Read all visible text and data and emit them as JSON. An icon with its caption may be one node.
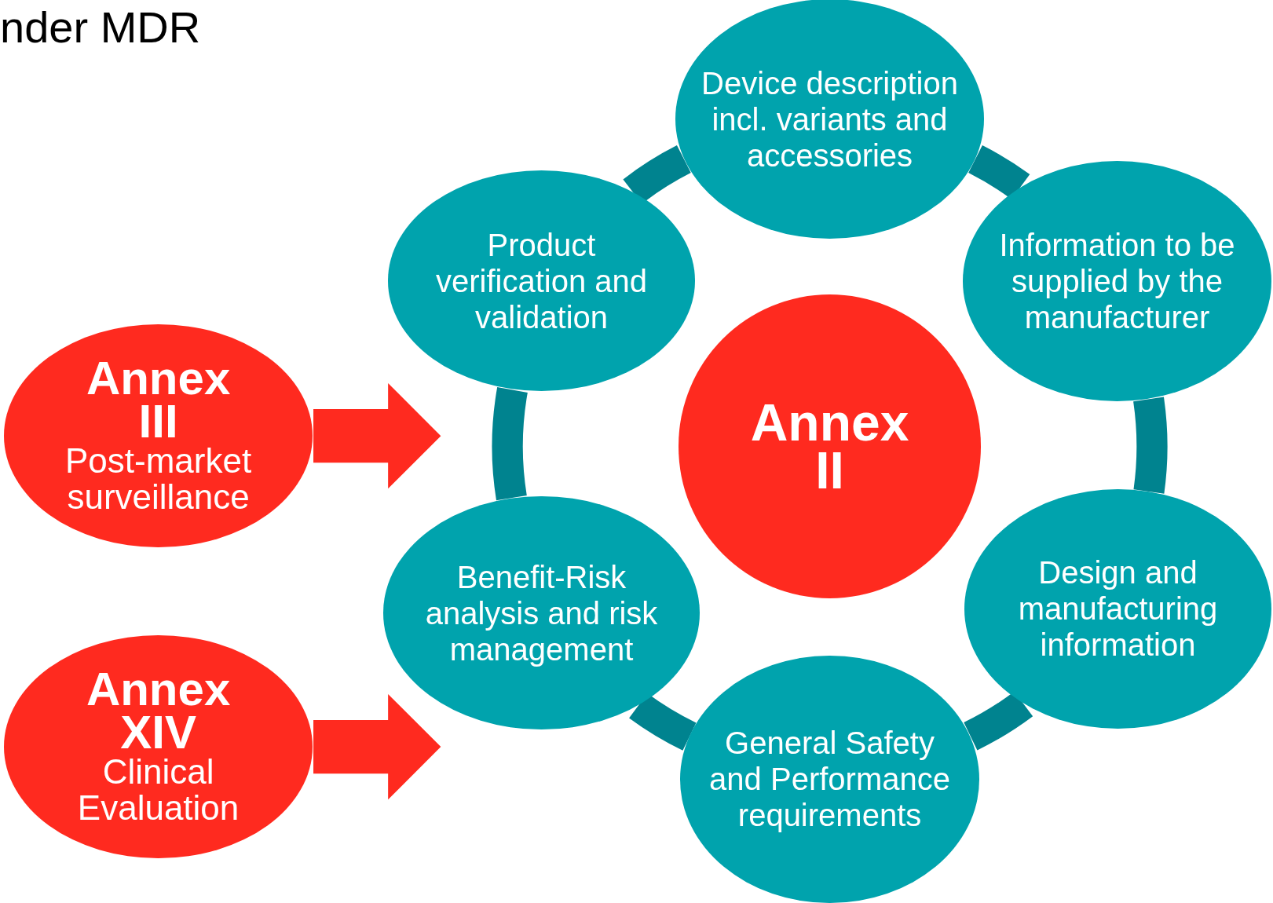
{
  "diagram": {
    "title": "nder MDR",
    "nodes": [
      {
        "text": [
          "Device description incl. variants and accessories"
        ]
      },
      {
        "text": [
          "Product verification and validation"
        ]
      },
      {
        "text": [
          "Information to be supplied by the manufacturer"
        ]
      },
      {
        "text": [
          "Annex III",
          "Post-market surveillance"
        ]
      },
      {
        "text": [
          "Annex II"
        ]
      },
      {
        "text": [
          "Benefit-Risk analysis and risk management"
        ]
      },
      {
        "text": [
          "Design and manufacturing information"
        ]
      },
      {
        "text": [
          "Annex XIV",
          "Clinical Evaluation"
        ]
      },
      {
        "text": [
          "General Safety and Performance requirements"
        ]
      }
    ],
    "edges": [
      {
        "from": 0,
        "to": 2,
        "arrow": "none"
      },
      {
        "from": 2,
        "to": 6,
        "arrow": "none"
      },
      {
        "from": 6,
        "to": 8,
        "arrow": "none"
      },
      {
        "from": 8,
        "to": 5,
        "arrow": "none"
      },
      {
        "from": 5,
        "to": 1,
        "arrow": "none"
      },
      {
        "from": 1,
        "to": 0,
        "arrow": "none"
      },
      {
        "from": 3,
        "to": null,
        "arrow": "to",
        "color": "#ff2a1f"
      },
      {
        "from": 7,
        "to": null,
        "arrow": "to",
        "color": "#ff2a1f"
      }
    ]
  }
}
